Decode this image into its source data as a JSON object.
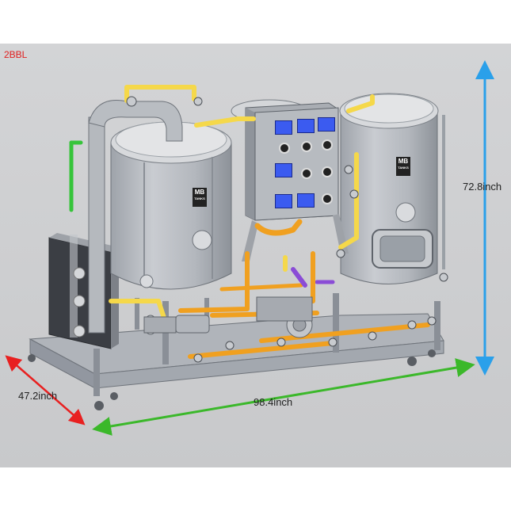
{
  "title": "2BBL",
  "dimensions": {
    "width": "47.2inch",
    "length": "98.4inch",
    "height": "72.8inch"
  },
  "logo": {
    "line1": "MB",
    "line2": "TANKS"
  },
  "colors": {
    "background_band": "#cfd0d2",
    "steel": "#b8bcc2",
    "steel_dark": "#8e939b",
    "pipe_yellow": "#f5d84a",
    "pipe_orange": "#f0a020",
    "pipe_green": "#36c43a",
    "panel_blue": "#3b5bf0",
    "arrow_red": "#e82020",
    "arrow_green": "#3bb82a",
    "arrow_blue": "#2aa0ea"
  }
}
